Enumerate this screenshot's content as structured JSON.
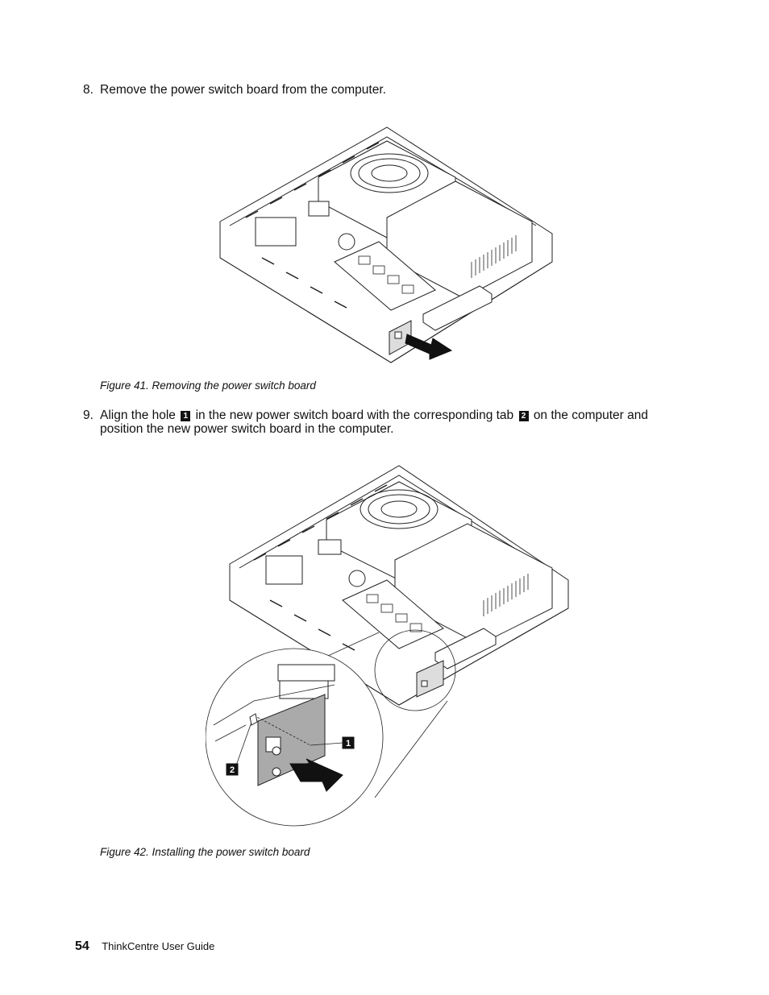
{
  "step8": {
    "number": "8.",
    "text": "Remove the power switch board from the computer."
  },
  "figure41": {
    "caption": "Figure 41.  Removing the power switch board"
  },
  "step9": {
    "number": "9.",
    "line1_a": "Align the hole",
    "badge1": "1",
    "line1_b": "in the new power switch board with the corresponding tab",
    "badge2": "2",
    "line1_c": "on the computer and",
    "line2": "position the new power switch board in the computer."
  },
  "figure42": {
    "caption": "Figure 42.  Installing the power switch board",
    "callout1": "1",
    "callout2": "2"
  },
  "footer": {
    "page_number": "54",
    "title": "ThinkCentre User Guide"
  }
}
